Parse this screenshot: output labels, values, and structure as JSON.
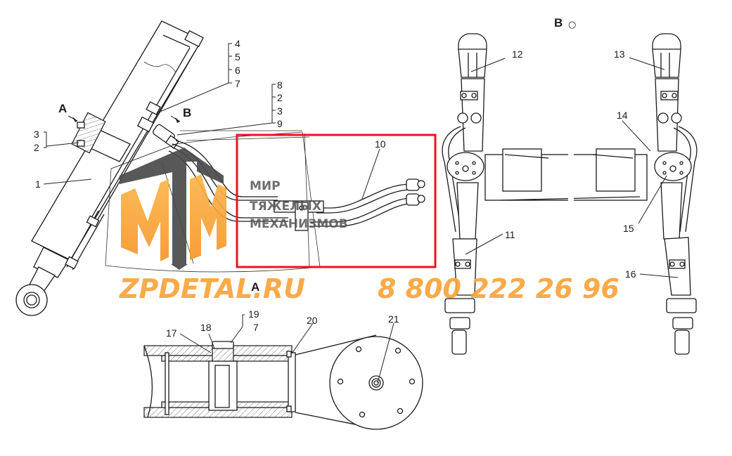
{
  "drawing": {
    "type": "technical-parts-diagram",
    "subject": "hydraulic cylinder assembly with hoses",
    "view_labels": {
      "main_arrow_a": "A",
      "main_arrow_b": "B",
      "section_a_title": "A",
      "view_b_title": "B",
      "view_b_rotation_symbol": "○"
    },
    "callouts": {
      "c1": "1",
      "c2_left": "2",
      "c3_left": "3",
      "group_top": [
        "4",
        "5",
        "6",
        "7"
      ],
      "group_mid": [
        "8",
        "2",
        "3",
        "9"
      ],
      "c10": "10",
      "c11": "11",
      "c12": "12",
      "c13": "13",
      "c14": "14",
      "c15": "15",
      "c16": "16",
      "c17": "17",
      "c18": "18",
      "group_sec": [
        "19",
        "7"
      ],
      "c20": "20",
      "c21": "21"
    },
    "highlight_box": {
      "color": "#e8141c"
    }
  },
  "watermark": {
    "logo_letters": "МТМ",
    "brand_lines": [
      "МИР",
      "ТЯЖЕЛЫХ",
      "МЕХАНИЗМОВ"
    ],
    "site": "ZPDETAL.RU",
    "phone": "8 800 222 26 96",
    "orange": "#fba33a",
    "dark": "#4a4a4a"
  }
}
